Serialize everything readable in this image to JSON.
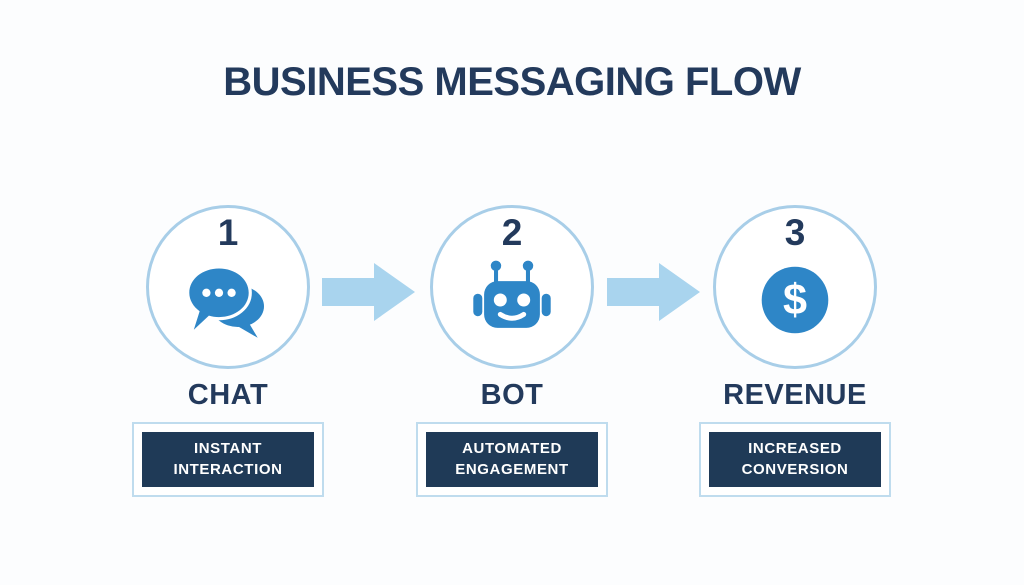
{
  "title": "BUSINESS MESSAGING FLOW",
  "colors": {
    "navy": "#233A5C",
    "badge_navy": "#1F3A57",
    "icon_blue": "#2E86C7",
    "circle_border": "#A8CEE8",
    "arrow_blue": "#A9D4EE",
    "badge_border": "#BFDCEE",
    "bg": "#FCFDFE"
  },
  "steps": [
    {
      "number": "1",
      "icon": "chat-bubbles-icon",
      "label": "CHAT",
      "badge": "INSTANT INTERACTION"
    },
    {
      "number": "2",
      "icon": "robot-icon",
      "label": "BOT",
      "badge": "AUTOMATED ENGAGEMENT"
    },
    {
      "number": "3",
      "icon": "dollar-icon",
      "label": "REVENUE",
      "badge": "INCREASED CONVERSION"
    }
  ],
  "arrows": [
    {
      "icon": "arrow-right-icon"
    },
    {
      "icon": "arrow-right-icon"
    }
  ]
}
